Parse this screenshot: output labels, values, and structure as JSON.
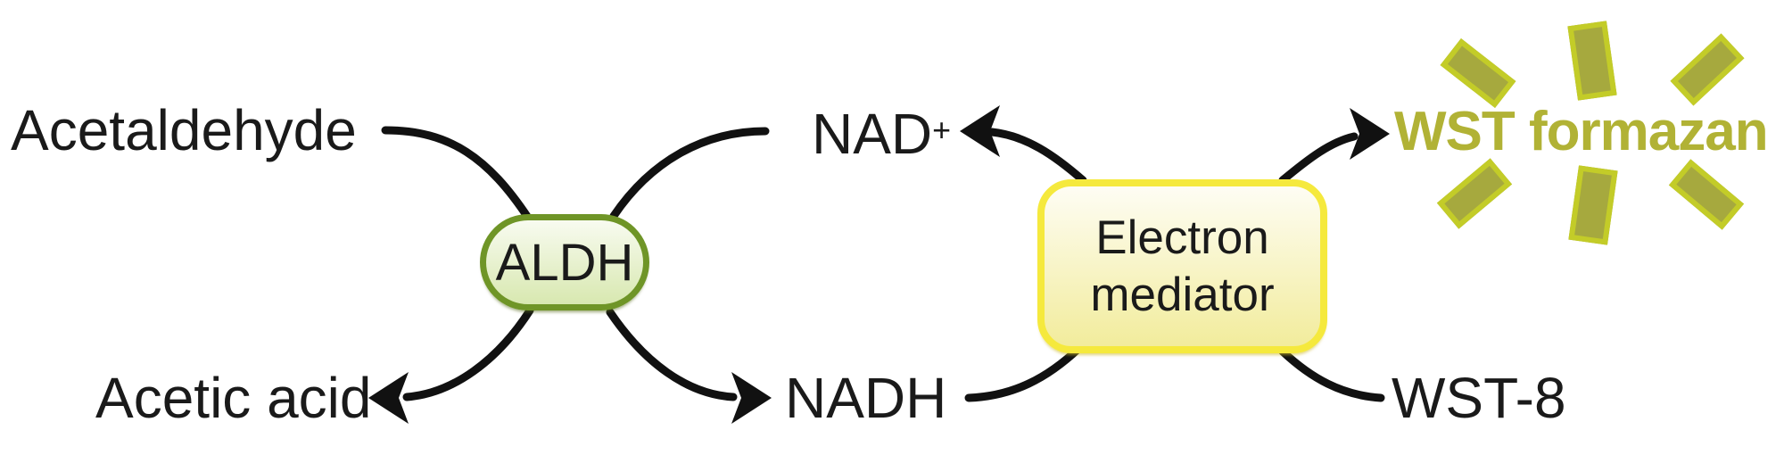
{
  "diagram": {
    "title": "ALDH activity WST-8 assay reaction scheme",
    "labels": {
      "acetaldehyde": "Acetaldehyde",
      "acetic_acid": "Acetic acid",
      "nad_base": "NAD",
      "nad_sup": "+",
      "nadh": "NADH",
      "wst8": "WST-8",
      "wst_formazan": "WST formazan"
    },
    "nodes": {
      "aldh": {
        "label": "ALDH"
      },
      "mediator": {
        "label_line1": "Electron",
        "label_line2": "mediator"
      }
    },
    "colors": {
      "arrow": "#111111",
      "aldh-border": "#6f9527",
      "aldh-top": "#f8fbf0",
      "aldh-bottom": "#d8e8b0",
      "med-border": "#f5e93d",
      "med-top": "#fefdf4",
      "med-bottom": "#f2ec9c",
      "formazan": "#b1b235",
      "ray-border": "#c3cc28",
      "ray-fill": "#a6a93e",
      "ink": "#1a1a1a"
    }
  }
}
